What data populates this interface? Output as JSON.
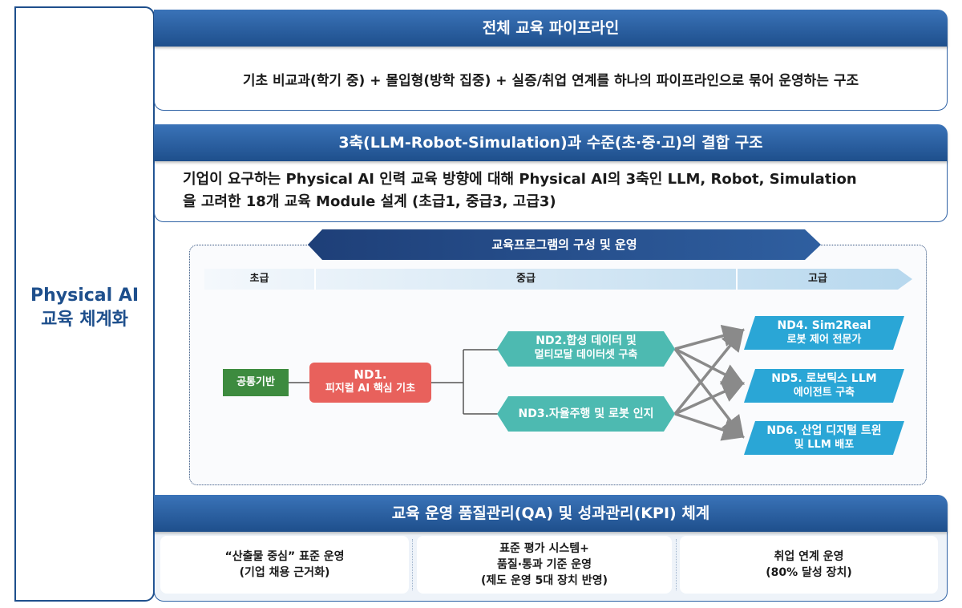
{
  "side": {
    "title_line1": "Physical AI",
    "title_line2": "교육 체계화"
  },
  "section1": {
    "title": "전체 교육 파이프라인",
    "text": "기초 비교과(학기 중) + 몰입형(방학 집중) + 실증/취업 연계를 하나의 파이프라인으로 묶어 운영하는 구조"
  },
  "section2": {
    "title": "3축(LLM-Robot-Simulation)과 수준(초·중·고)의 결합 구조",
    "text_line1": "기업이 요구하는 Physical AI 인력 교육 방향에 대해 Physical AI의 3축인 LLM, Robot, Simulation",
    "text_line2": "을 고려한 18개 교육 Module 설계 (초급1, 중급3, 고급3)"
  },
  "program": {
    "banner": "교육프로그램의 구성 및 운영",
    "levels": [
      "초급",
      "중급",
      "고급"
    ],
    "base": "공통기반",
    "nd1": {
      "line1": "ND1.",
      "line2": "피지컬 AI 핵심 기초"
    },
    "nd2": {
      "line1": "ND2.합성 데이터 및",
      "line2": "멀티모달 데이터셋 구축"
    },
    "nd3": {
      "line1": "ND3.자율주행 및 로봇 인지"
    },
    "nd4": {
      "line1": "ND4. Sim2Real",
      "line2": "로봇 제어 전문가"
    },
    "nd5": {
      "line1": "ND5. 로보틱스 LLM",
      "line2": "에이전트 구축"
    },
    "nd6": {
      "line1": "ND6. 산업 디지털 트윈",
      "line2": "및 LLM 배포"
    }
  },
  "section3": {
    "title": "교육 운영 품질관리(QA) 및 성과관리(KPI) 체계",
    "cards": [
      {
        "line1": "“산출물 중심” 표준 운영",
        "line2": "(기업 채용 근거화)"
      },
      {
        "line1": "표준 평가 시스템+",
        "line2": "품질·통과 기준 운영",
        "line3": "(제도 운영 5대 장치 반영)"
      },
      {
        "line1": "취업 연계 운영",
        "line2": "(80% 달성 장치)"
      }
    ]
  },
  "colors": {
    "band": "#1e4f8c",
    "base_node": "#3d8b3f",
    "nd1_node": "#e8615c",
    "mid_nodes": "#4dbab1",
    "adv_nodes": "#2aa6d6",
    "arrows": "#8a8a8a"
  }
}
